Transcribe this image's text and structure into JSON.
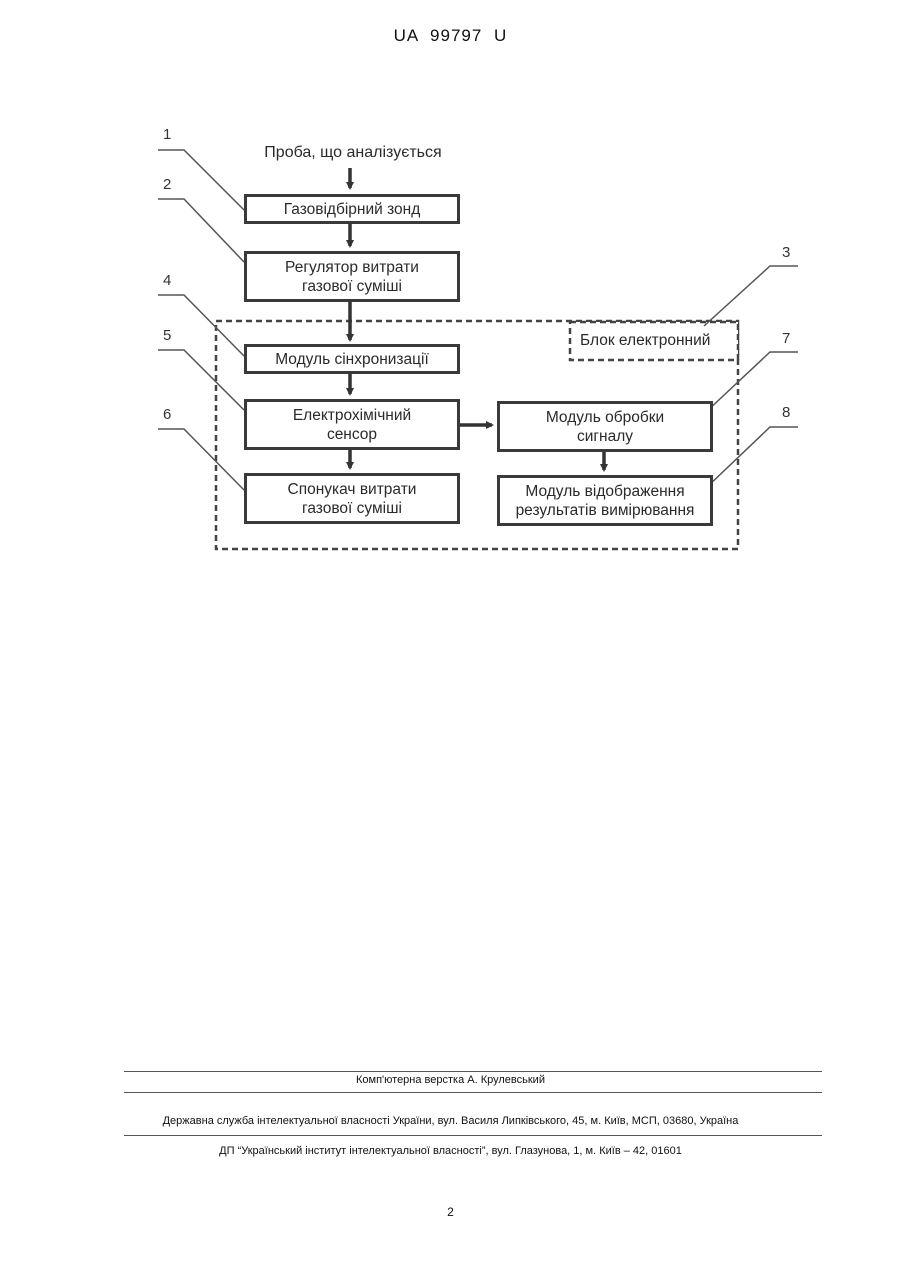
{
  "header": {
    "patent_number": "UA   99797   U"
  },
  "diagram": {
    "input_label": "Проба, що аналізується",
    "electronic_block_label": "Блок електронний",
    "blocks": [
      {
        "num": "1",
        "text": "Газовідбірний зонд"
      },
      {
        "num": "2",
        "text": "Регулятор витрати\nгазової суміші"
      },
      {
        "num": "3",
        "text": ""
      },
      {
        "num": "4",
        "text": "Модуль сінхронизації"
      },
      {
        "num": "5",
        "text": "Електрохімічний\nсенсор"
      },
      {
        "num": "6",
        "text": "Спонукач витрати\nгазової суміші"
      },
      {
        "num": "7",
        "text": "Модуль обробки\nсигналу"
      },
      {
        "num": "8",
        "text": "Модуль відображення\nрезультатів вимірювання"
      }
    ]
  },
  "footer": {
    "layout_credit": "Комп'ютерна верстка А. Крулевський",
    "agency": "Державна служба інтелектуальної власності України, вул. Василя Липківського, 45, м. Київ, МСП, 03680, Україна",
    "institute": "ДП “Український інститут інтелектуальної власності”, вул. Глазунова, 1, м. Київ – 42, 01601"
  },
  "page_number": "2"
}
